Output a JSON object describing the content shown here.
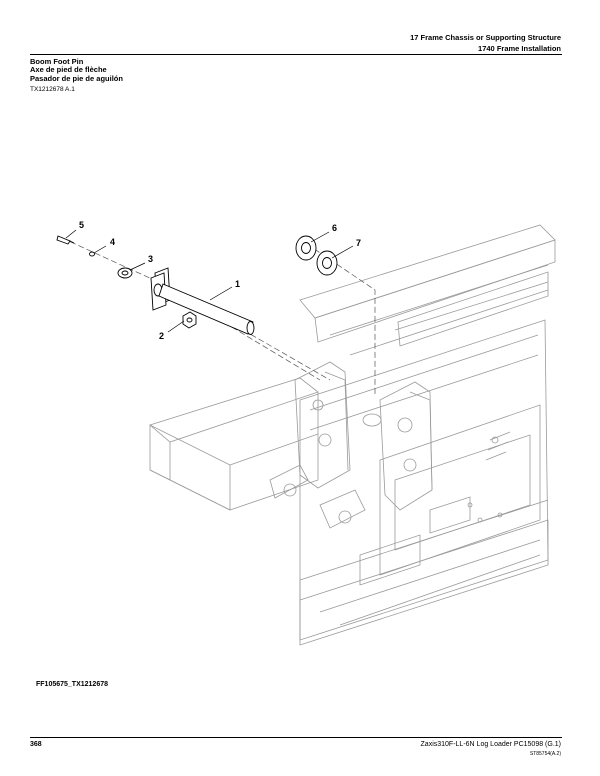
{
  "header": {
    "section": "17 Frame Chassis or Supporting Structure",
    "subsection": "1740 Frame Installation"
  },
  "titles": {
    "en": "Boom Foot Pin",
    "fr": "Axe de pied de flèche",
    "es": "Pasador de pie de aguilón"
  },
  "figure_ref": "TX1212678 A.1",
  "callouts": [
    "1",
    "2",
    "3",
    "4",
    "5",
    "6",
    "7"
  ],
  "figure_caption": "FF105675_TX1212678",
  "footer": {
    "page_number": "368",
    "text": "Zaxis310F-LL-6N Log Loader    PC15098    (G.1)",
    "code": "ST85754(A.2)"
  }
}
